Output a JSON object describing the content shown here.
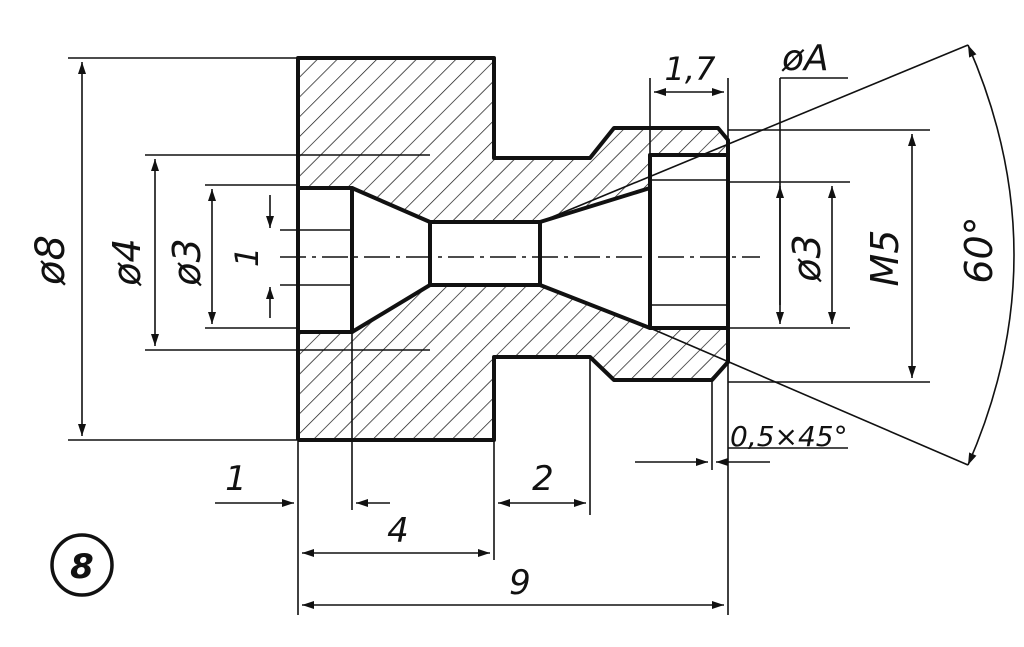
{
  "drawing": {
    "labels": {
      "d8": "ø8",
      "d4": "ø4",
      "d3_left": "ø3",
      "one_vertical": "1",
      "d3_right": "ø3",
      "m5": "M5",
      "angle": "60°",
      "d_a": "øA",
      "width_1_7": "1,7",
      "chamfer": "0,5×45°",
      "len_1": "1",
      "len_2": "2",
      "len_4": "4",
      "len_9": "9",
      "figure_number": "8"
    },
    "colors": {
      "ink": "#111111",
      "paper": "#ffffff"
    }
  }
}
